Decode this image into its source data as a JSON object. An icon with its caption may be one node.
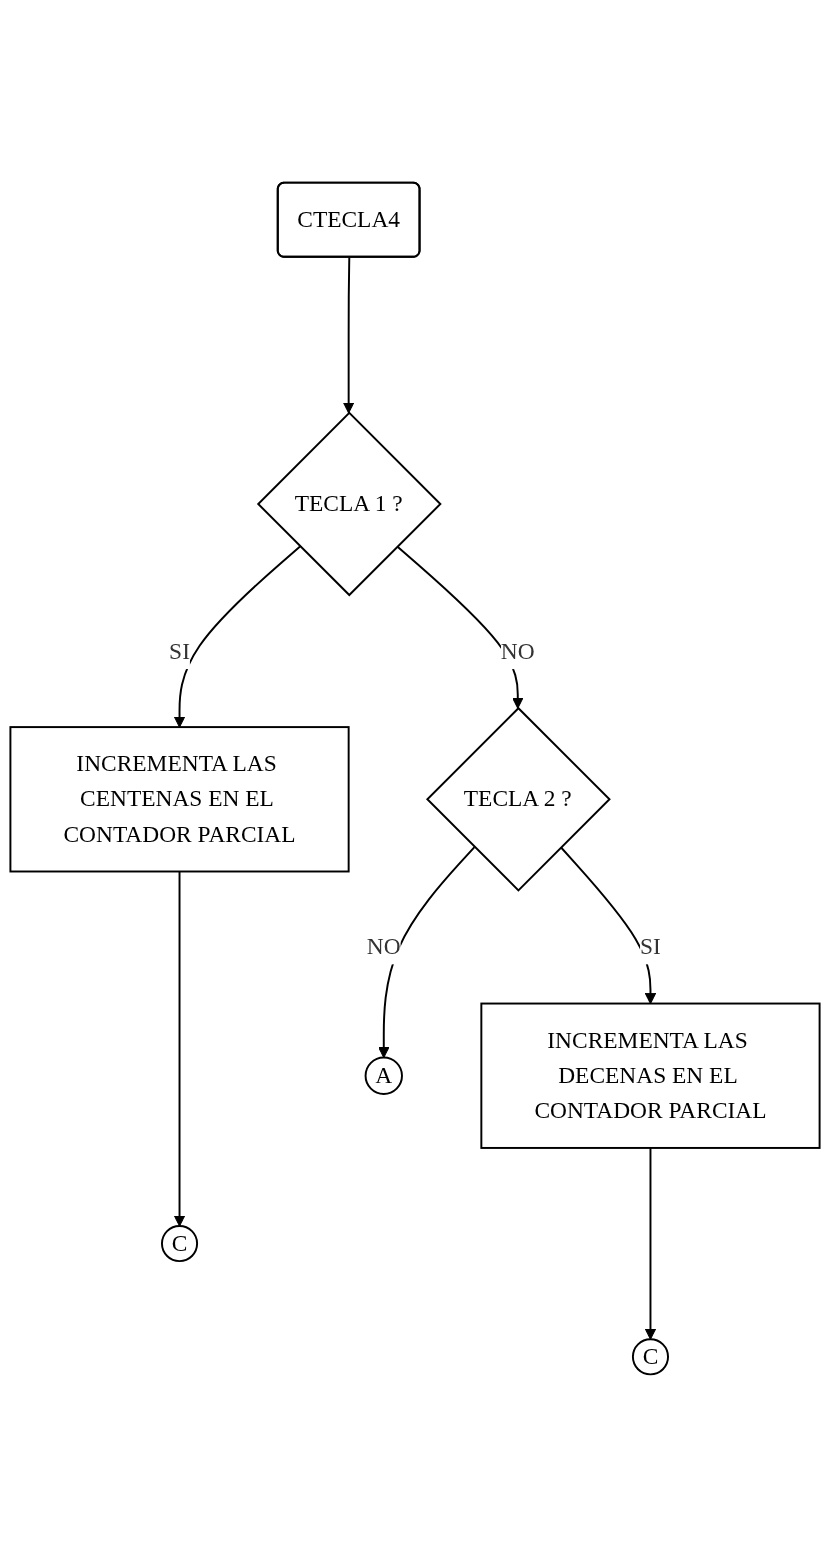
{
  "diagram": {
    "nodes": [
      {
        "text": [
          "CTECLA4"
        ]
      },
      {
        "text": [
          "TECLA 1 ?"
        ]
      },
      {
        "text": [
          "INCREMENTA LAS CENTENAS EN EL CONTADOR PARCIAL"
        ]
      },
      {
        "text": [
          "C"
        ]
      },
      {
        "text": [
          "TECLA 2 ?"
        ]
      },
      {
        "text": [
          "INCREMENTA LAS DECENAS EN EL CONTADOR PARCIAL"
        ]
      },
      {
        "text": [
          "C"
        ]
      },
      {
        "text": [
          "A"
        ]
      }
    ],
    "edges": [
      {
        "from": 0,
        "to": 1,
        "arrow": "to"
      },
      {
        "from": 1,
        "to": 2,
        "arrow": "to",
        "label": "SI"
      },
      {
        "from": 2,
        "to": 3,
        "arrow": "to"
      },
      {
        "from": 1,
        "to": 4,
        "arrow": "to",
        "label": "NO"
      },
      {
        "from": 4,
        "to": 5,
        "arrow": "to",
        "label": "SI"
      },
      {
        "from": 5,
        "to": 6,
        "arrow": "to"
      },
      {
        "from": 4,
        "to": 7,
        "arrow": "to",
        "label": "NO"
      }
    ]
  }
}
